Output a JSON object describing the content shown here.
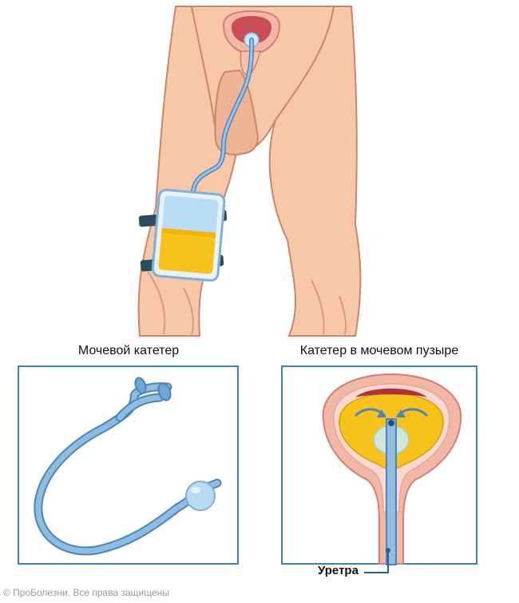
{
  "labels": {
    "urinary_catheter": "Мочевой катетер",
    "catheter_in_bladder": "Катетер в мочевом пузыре",
    "urethra": "Уретра"
  },
  "footer": {
    "copyright": "© ПроБолезни. Все права защищены"
  },
  "colors": {
    "skin": "#f7c7a8",
    "skin_shadow": "#eaa98a",
    "outline": "#c9876a",
    "catheter_blue": "#7fb0d8",
    "catheter_outline": "#4a86bd",
    "urine": "#f7c21a",
    "bag_top": "#b8ddf5",
    "panel_border": "#3f7fbf",
    "bladder_wall": "#f3b7a6",
    "bladder_outer": "#f9d9cf",
    "bladder_lumen_dark": "#b0313c",
    "strap": "#2b4d5c"
  }
}
